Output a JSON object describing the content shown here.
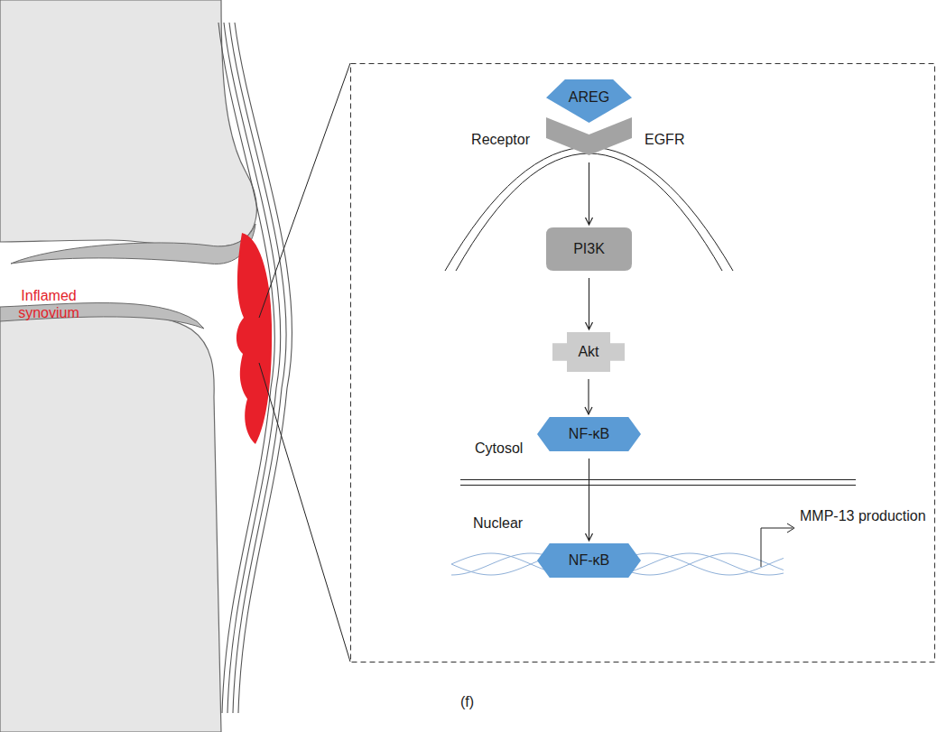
{
  "diagram": {
    "caption": "(f)",
    "nodes": [
      {
        "text": [
          "AREG"
        ]
      },
      {
        "text": [
          "Receptor",
          "EGFR"
        ]
      },
      {
        "text": [
          "PI3K"
        ]
      },
      {
        "text": [
          "Akt"
        ]
      },
      {
        "text": [
          "NF-κB"
        ]
      },
      {
        "text": [
          "NF-κB"
        ]
      }
    ],
    "edges": [
      {
        "from": 1,
        "to": 2,
        "arrow": "to"
      },
      {
        "from": 2,
        "to": 3,
        "arrow": "to"
      },
      {
        "from": 3,
        "to": 4,
        "arrow": "to"
      },
      {
        "from": 4,
        "to": 5,
        "arrow": "to"
      }
    ],
    "labels": [
      "Inflamed synovium",
      "Cytosol",
      "Nuclear",
      "MMP-13 production"
    ]
  }
}
